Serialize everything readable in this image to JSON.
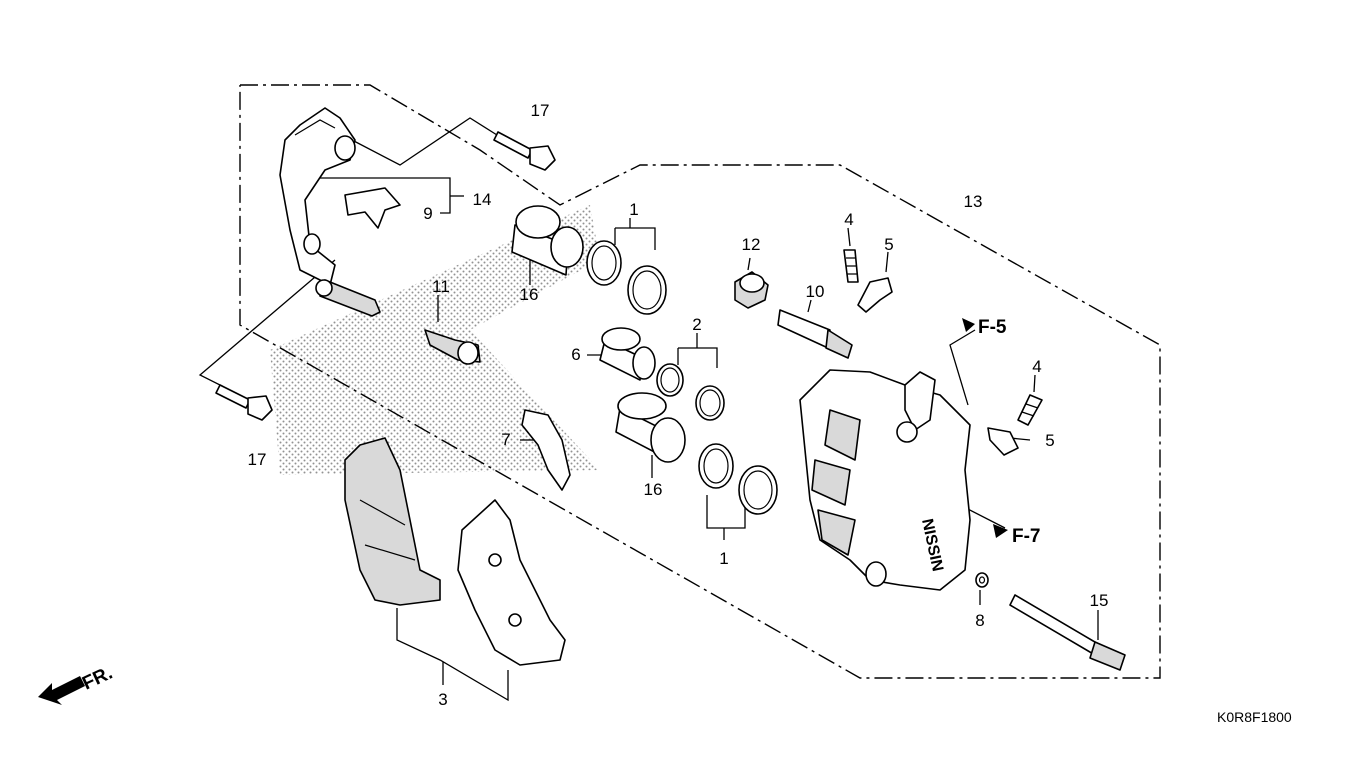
{
  "diagram": {
    "callouts": {
      "n1_top": "1",
      "n1_bottom": "1",
      "n2": "2",
      "n3": "3",
      "n4_top": "4",
      "n4_right": "4",
      "n5_top": "5",
      "n5_right": "5",
      "n6": "6",
      "n7": "7",
      "n8": "8",
      "n9": "9",
      "n10": "10",
      "n11": "11",
      "n12": "12",
      "n13": "13",
      "n14": "14",
      "n15": "15",
      "n16_top": "16",
      "n16_bottom": "16",
      "n17_top": "17",
      "n17_left": "17"
    },
    "refs": {
      "f5": "F-5",
      "f7": "F-7"
    },
    "direction_label": "FR.",
    "drawing_code": "K0R8F1800",
    "caliper_brand": "NISSIN"
  }
}
